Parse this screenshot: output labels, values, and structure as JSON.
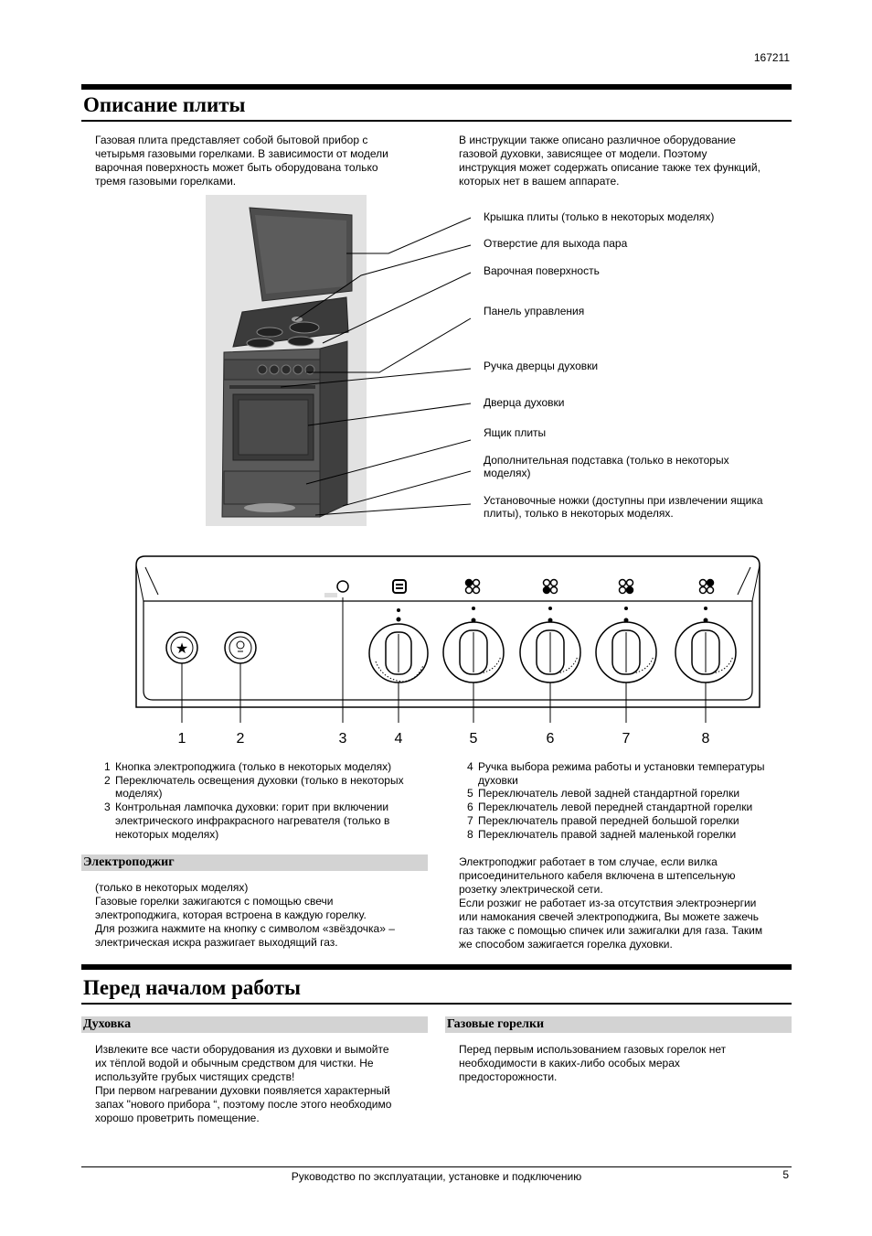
{
  "doc_number": "167211",
  "page_number": "5",
  "footer_text": "Руководство по эксплуатации, установке и подключению",
  "section1": {
    "title": "Описание плиты",
    "intro_left": "Газовая плита представляет собой бытовой прибор с\nчетырьмя газовыми горелками. В зависимости от модели\nварочная поверхность может быть оборудована только\nтремя газовыми горелками.",
    "intro_right": "В инструкции  также описано различное оборудование\nгазовой духовки, зависящее от модели. Поэтому\nинструкция может содержать описание также тех функций,\nкоторых нет в вашем аппарате."
  },
  "callouts": [
    "Крышка плиты (только в некоторых моделях)",
    "Отверстие для выхода пара",
    "Варочная поверхность",
    "Панель управления",
    "Ручка дверцы духовки",
    "Дверца духовки",
    "Ящик плиты",
    "Дополнительная подставка (только в некоторых\nмоделях)",
    "Установочные ножки (доступны  при извлечении ящика\nплиты), только в некоторых моделях."
  ],
  "panel_numbers": [
    "1",
    "2",
    "3",
    "4",
    "5",
    "6",
    "7",
    "8"
  ],
  "legend_left": [
    {
      "n": "1",
      "text": "Кнопка электроподжига (только в некоторых моделях)"
    },
    {
      "n": "2",
      "text": "Переключатель освещения духовки (только в некоторых моделях)"
    },
    {
      "n": "3",
      "text": "Контрольная лампочка духовки: горит при включении электрического инфракрасного нагревателя (только в некоторых моделях)"
    }
  ],
  "legend_right": [
    {
      "n": "4",
      "text": "Ручка выбора режима работы и установки температуры духовки"
    },
    {
      "n": "5",
      "text": "Переключатель левой задней стандартной горелки"
    },
    {
      "n": "6",
      "text": "Переключатель левой передней  стандартной горелки"
    },
    {
      "n": "7",
      "text": "Переключатель правой передней большой горелки"
    },
    {
      "n": "8",
      "text": "Переключатель правой задней маленькой горелки"
    }
  ],
  "ignition": {
    "heading": "Электроподжиг",
    "left_text": "(только в некоторых моделях)\nГазовые горелки зажигаются с помощью свечи\nэлектроподжига, которая встроена в  каждую горелку.\nДля розжига нажмите на кнопку с символом «звёздочка» –\nэлектрическая искра разжигает выходящий газ.",
    "right_text": "Электроподжиг работает в том случае, если вилка\nприсоединительного кабеля включена в штепсельную\nрозетку электрической сети.\nЕсли розжиг не работает из-за отсутствия электроэнергии\nили намокания свечей электроподжига, Вы можете зажечь\nгаз также с помощью спичек или зажигалки для газа. Таким\nже способом зажигается горелка духовки."
  },
  "section2": {
    "title": "Перед началом работы",
    "oven_heading": "Духовка",
    "oven_text": "Извлеките все части оборудования из духовки и вымойте\nих тёплой водой и обычным средством для чистки. Не\nиспользуйте грубых чистящих средств!\nПри первом нагревании духовки появляется характерный\nзапах \"нового прибора “, поэтому после этого необходимо\nхорошо проветрить помещение.",
    "burners_heading": "Газовые горелки",
    "burners_text": "Перед  первым использованием газовых горелок нет\nнеобходимости в каких-либо особых  мерах\nпредосторожности."
  }
}
